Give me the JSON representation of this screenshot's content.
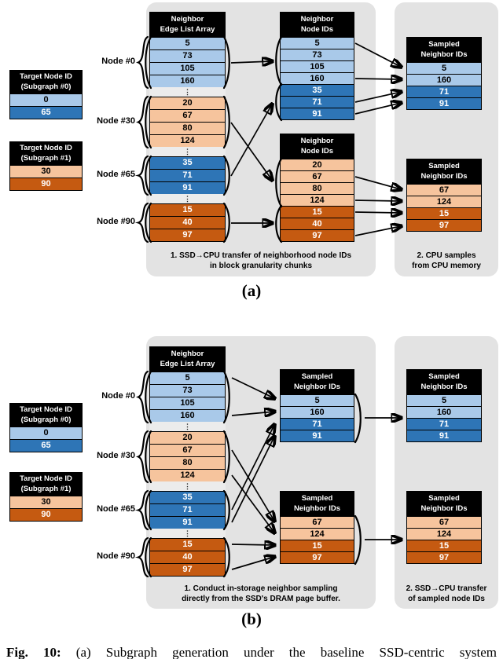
{
  "colors": {
    "light_blue": "#A9C9E9",
    "dark_blue": "#2E75B6",
    "light_orange": "#F6C49D",
    "dark_orange": "#C55A11",
    "panel_gray": "#E3E3E3"
  },
  "legends": [
    {
      "title1": "Target Node ID",
      "title2": "(Subgraph #0)",
      "rows": [
        {
          "v": "0"
        },
        {
          "v": "65"
        }
      ]
    },
    {
      "title1": "Target Node ID",
      "title2": "(Subgraph #1)",
      "rows": [
        {
          "v": "30"
        },
        {
          "v": "90"
        }
      ]
    }
  ],
  "edge_list": {
    "header1": "Neighbor",
    "header2": "Edge List Array",
    "ellipsis": "⋮",
    "groups": [
      {
        "label": "Node #0",
        "rows": [
          "5",
          "73",
          "105",
          "160"
        ]
      },
      {
        "label": "Node #30",
        "rows": [
          "20",
          "67",
          "80",
          "124"
        ]
      },
      {
        "label": "Node #65",
        "rows": [
          "35",
          "71",
          "91"
        ]
      },
      {
        "label": "Node #90",
        "rows": [
          "15",
          "40",
          "97"
        ]
      }
    ]
  },
  "panel_a": {
    "neighbor_header1": "Neighbor",
    "neighbor_header2": "Node IDs",
    "neighbor_blocks": [
      {
        "rows": [
          "5",
          "73",
          "105",
          "160",
          "35",
          "71",
          "91"
        ]
      },
      {
        "rows": [
          "20",
          "67",
          "80",
          "124",
          "15",
          "40",
          "97"
        ]
      }
    ],
    "sampled_header1": "Sampled",
    "sampled_header2": "Neighbor IDs",
    "sampled_blocks": [
      {
        "rows": [
          "5",
          "160",
          "71",
          "91"
        ]
      },
      {
        "rows": [
          "67",
          "124",
          "15",
          "97"
        ]
      }
    ],
    "caption1_line1": "1. SSD→CPU transfer of neighborhood node IDs",
    "caption1_line2": "in block granularity chunks",
    "caption2_line1": "2. CPU samples",
    "caption2_line2": "from CPU memory",
    "label": "(a)"
  },
  "panel_b": {
    "sampled_header1": "Sampled",
    "sampled_header2": "Neighbor IDs",
    "mid_blocks": [
      {
        "rows": [
          "5",
          "160",
          "71",
          "91"
        ]
      },
      {
        "rows": [
          "67",
          "124",
          "15",
          "97"
        ]
      }
    ],
    "right_blocks": [
      {
        "rows": [
          "5",
          "160",
          "71",
          "91"
        ]
      },
      {
        "rows": [
          "67",
          "124",
          "15",
          "97"
        ]
      }
    ],
    "caption1_line1": "1. Conduct in-storage neighbor sampling",
    "caption1_line2": "directly from the SSD's DRAM page buffer.",
    "caption2_line1": "2. SSD→CPU transfer",
    "caption2_line2": "of sampled node IDs",
    "label": "(b)"
  },
  "figure_caption": {
    "prefix": "Fig. 10:",
    "text": "(a) Subgraph generation under the baseline SSD-centric system"
  }
}
